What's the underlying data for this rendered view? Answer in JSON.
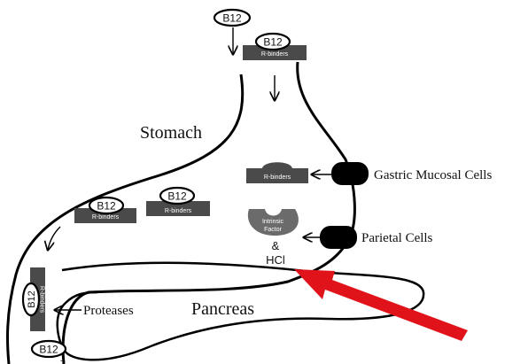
{
  "labels": {
    "stomach": "Stomach",
    "pancreas": "Pancreas",
    "gastric_mucosal_cells": "Gastric Mucosal Cells",
    "parietal_cells": "Parietal Cells",
    "proteases": "Proteases",
    "ampersand": "&",
    "hcl": "HCl",
    "intrinsic": "Intrinsic",
    "factor": "Factor"
  },
  "molecules": {
    "b12": "B12",
    "r_binders": "R-binders"
  },
  "colors": {
    "binder_fill": "#4a4a4a",
    "intrinsic_factor_fill": "#6b6b6b",
    "cell_fill": "#000000",
    "pointer_arrow": "#e0131b",
    "outline": "#000000"
  },
  "icons": {
    "pointer": "red-arrow-icon"
  }
}
